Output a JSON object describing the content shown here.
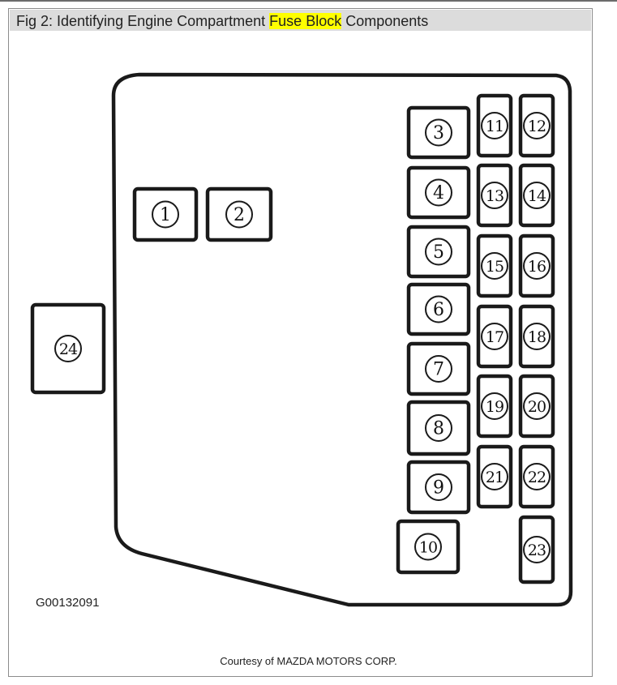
{
  "figure": {
    "caption_prefix": "Fig 2: Identifying Engine Compartment ",
    "caption_highlight": "Fuse Block",
    "caption_suffix": " Components",
    "highlight_color": "#ffff00",
    "figure_id": "G00132091",
    "credit": "Courtesy of MAZDA MOTORS CORP."
  },
  "components": [
    {
      "id": "1"
    },
    {
      "id": "2"
    },
    {
      "id": "3"
    },
    {
      "id": "4"
    },
    {
      "id": "5"
    },
    {
      "id": "6"
    },
    {
      "id": "7"
    },
    {
      "id": "8"
    },
    {
      "id": "9"
    },
    {
      "id": "10"
    },
    {
      "id": "11"
    },
    {
      "id": "12"
    },
    {
      "id": "13"
    },
    {
      "id": "14"
    },
    {
      "id": "15"
    },
    {
      "id": "16"
    },
    {
      "id": "17"
    },
    {
      "id": "18"
    },
    {
      "id": "19"
    },
    {
      "id": "20"
    },
    {
      "id": "21"
    },
    {
      "id": "22"
    },
    {
      "id": "23"
    },
    {
      "id": "24"
    }
  ]
}
